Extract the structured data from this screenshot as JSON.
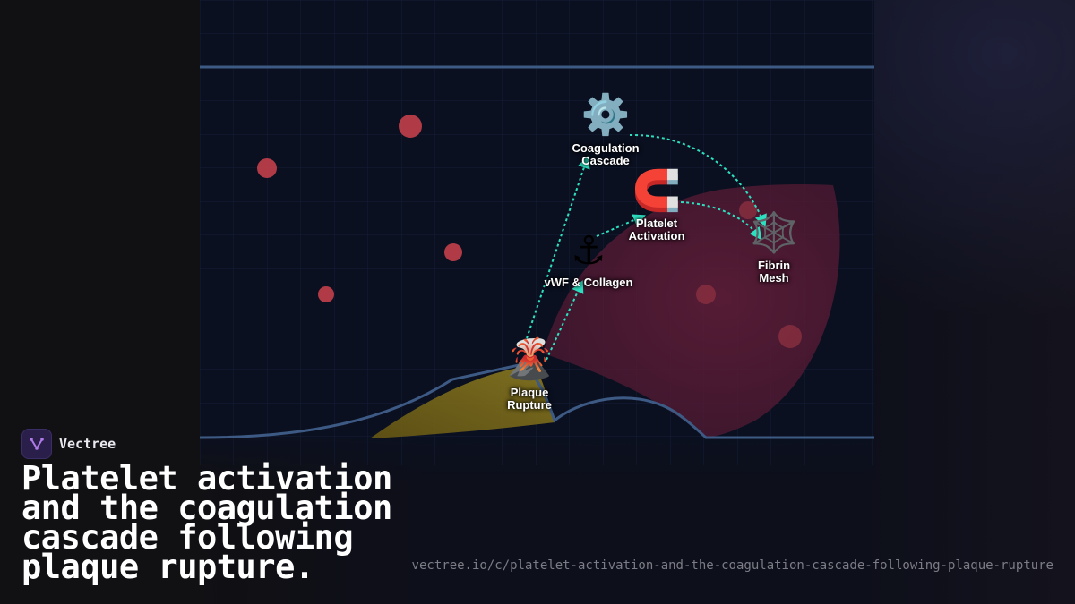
{
  "brand": {
    "name": "Vectree",
    "icon": "vectree-logo-icon"
  },
  "title": "Platelet activation and the coagulation cascade following plaque rupture.",
  "source_url": "vectree.io/c/platelet-activation-and-the-coagulation-cascade-following-plaque-rupture",
  "colors": {
    "background": "#0f0e12",
    "panel": "#0b1020",
    "vessel_line": "#3d5a85",
    "flow_arrow": "#2de0c0",
    "blood_cell": "#c2404a",
    "clot_region": "#5a1c34",
    "plaque": "#7a6a18"
  },
  "nodes": [
    {
      "id": "plaque",
      "icon": "volcano-icon",
      "glyph": "🌋",
      "label": "Plaque\nRupture"
    },
    {
      "id": "vwf",
      "icon": "anchor-icon",
      "glyph": "⚓",
      "label": "vWF & Collagen"
    },
    {
      "id": "platelet",
      "icon": "magnet-icon",
      "glyph": "🧲",
      "label": "Platelet\nActivation"
    },
    {
      "id": "coagulation",
      "icon": "gear-icon",
      "glyph": "⚙️",
      "label": "Coagulation\nCascade"
    },
    {
      "id": "fibrin",
      "icon": "spider-web-icon",
      "glyph": "🕸️",
      "label": "Fibrin\nMesh"
    }
  ]
}
